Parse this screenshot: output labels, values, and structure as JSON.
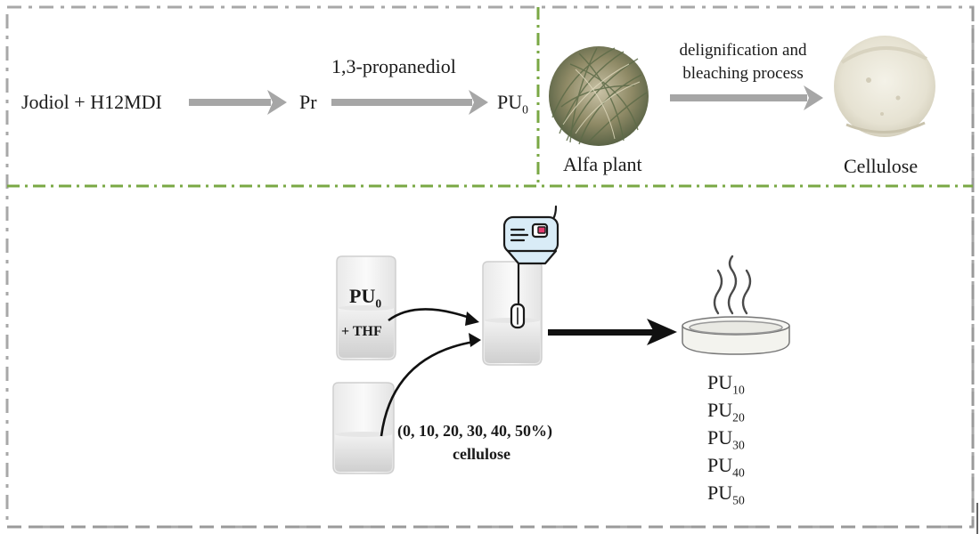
{
  "reaction": {
    "reactants": "Jodiol + H12MDI",
    "prepolymer": "Pr",
    "extender": "1,3-propanediol",
    "product_base": "PU",
    "product_sub": "0"
  },
  "plant_process": {
    "source_label": "Alfa plant",
    "step_line1": "delignification and",
    "step_line2": "bleaching process",
    "result_label": "Cellulose"
  },
  "mixing": {
    "beaker1_base": "PU",
    "beaker1_sub": "0",
    "beaker1_additive": "+ THF",
    "filler_line1": "(0, 10, 20, 30, 40, 50%)",
    "filler_line2": "cellulose"
  },
  "products": [
    {
      "base": "PU",
      "sub": "10"
    },
    {
      "base": "PU",
      "sub": "20"
    },
    {
      "base": "PU",
      "sub": "30"
    },
    {
      "base": "PU",
      "sub": "40"
    },
    {
      "base": "PU",
      "sub": "50"
    }
  ],
  "colors": {
    "dashed_border": "#a8a8a8",
    "green_divider": "#7aa844",
    "grey_arrow": "#a6a6a6",
    "black_arrow": "#111111",
    "mixer_body": "#d9ecf7",
    "mixer_accent": "#e23a6e"
  }
}
